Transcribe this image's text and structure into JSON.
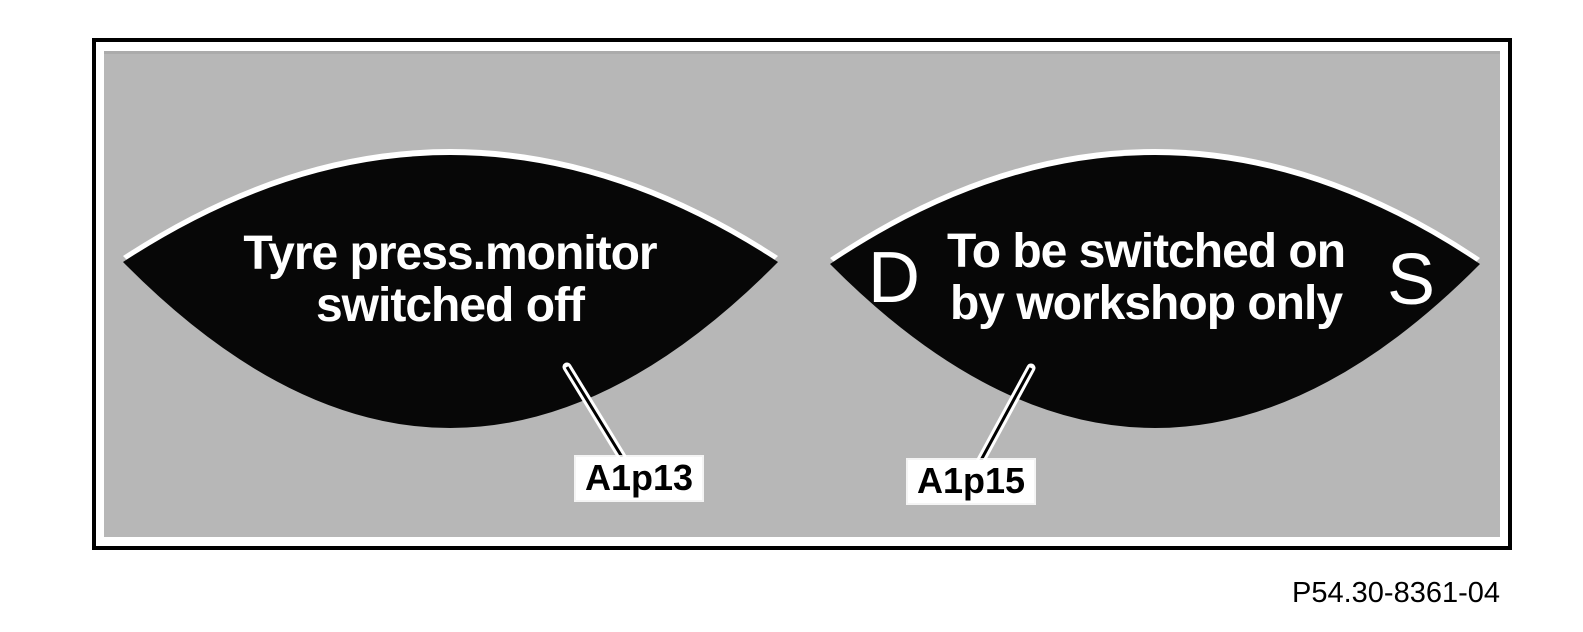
{
  "figure": {
    "colors": {
      "page_background": "#ffffff",
      "panel_gray": "#b7b7b7",
      "display_black": "#070707",
      "display_text_white": "#ffffff",
      "frame_border_black": "#000000"
    },
    "left_display": {
      "line1": "Tyre press.monitor",
      "line2": "switched off",
      "label": "A1p13"
    },
    "right_display": {
      "left_char": "D",
      "line1": "To be switched on",
      "line2": "by workshop only",
      "right_char": "S",
      "label": "A1p15"
    },
    "figure_number": "P54.30-8361-04"
  }
}
